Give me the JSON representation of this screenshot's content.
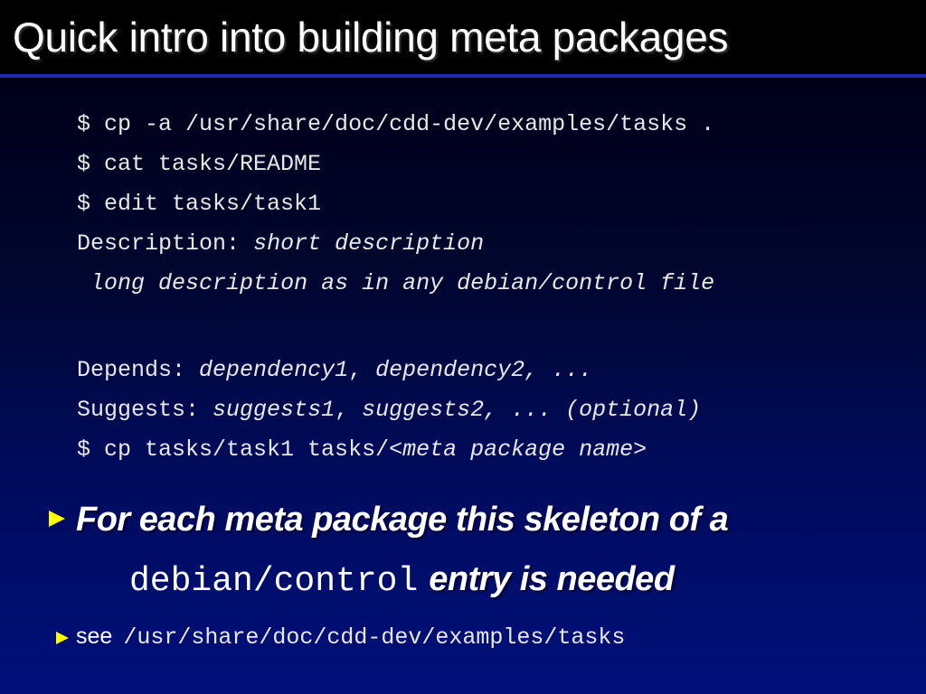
{
  "title": "Quick intro into building meta packages",
  "code_lines": [
    {
      "plain": "$ cp -a /usr/share/doc/cdd-dev/examples/tasks ."
    },
    {
      "plain": "$ cat tasks/README"
    },
    {
      "plain": "$ edit tasks/task1"
    },
    {
      "prefix": "Description: ",
      "italic": "short description"
    },
    {
      "prefix": " ",
      "italic": "long description as in any debian/control file"
    },
    {
      "prefix": "Depends: ",
      "italic": "dependency1",
      "sep1": ", ",
      "italic2": "dependency2",
      "sep2": ", ..."
    },
    {
      "prefix": "Suggests: ",
      "italic": "suggests1",
      "sep1": ", ",
      "italic2": "suggests2",
      "sep2": ", ... (optional)"
    },
    {
      "prefix": "$ cp tasks/task1 tasks/",
      "italic": "<meta package name>"
    }
  ],
  "bullet_main": {
    "line1": "For each meta package this skeleton of a",
    "code": "debian/control",
    "tail": "entry is needed"
  },
  "bullet_sub": {
    "word": "see",
    "path": "/usr/share/doc/cdd-dev/examples/tasks"
  },
  "colors": {
    "bullet": "#ffff00",
    "rule": "#1a2aa8",
    "text": "#ffffff"
  }
}
